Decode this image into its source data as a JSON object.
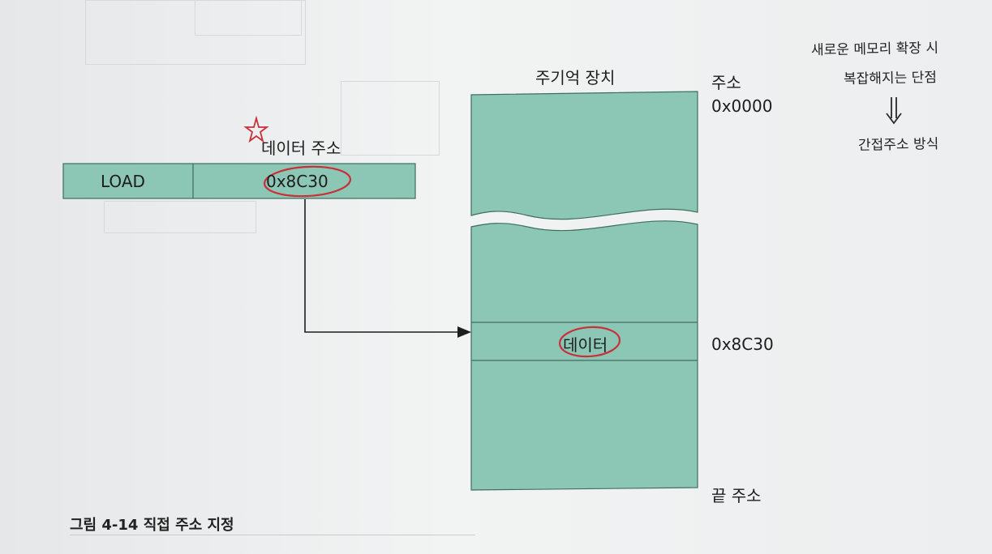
{
  "instruction": {
    "opcode": "LOAD",
    "operand": "0x8C30",
    "operand_label": "데이터 주소"
  },
  "memory": {
    "title": "주기억 장치",
    "address_header": "주소",
    "start_address": "0x0000",
    "data_label": "데이터",
    "data_address": "0x8C30",
    "end_address": "끝 주소"
  },
  "annotation": {
    "lines": [
      "새로운 메모리 확장 시",
      "복잡해지는 단점",
      "⇓",
      "간접주소 방식"
    ]
  },
  "caption": "그림 4-14  직접 주소 지정",
  "colors": {
    "box_fill": "#8cc6b5",
    "box_stroke": "#3f6d62",
    "red_pen": "#c8303a"
  }
}
